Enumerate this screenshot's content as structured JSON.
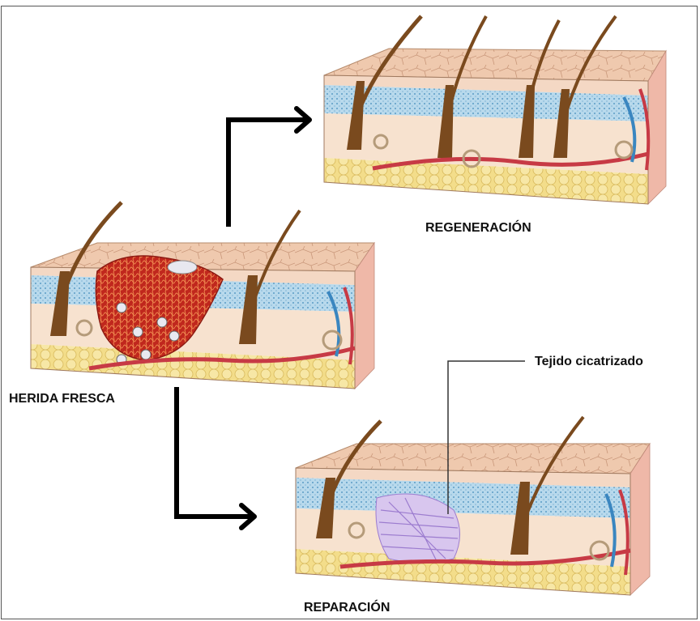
{
  "labels": {
    "fresh_wound": "HERIDA FRESCA",
    "regeneration": "REGENERACIÓN",
    "repair": "REPARACIÓN",
    "scar_tissue": "Tejido cicatrizado"
  },
  "colors": {
    "arrow": "#000000",
    "epidermis_top": "#efc9ae",
    "epidermis_side": "#f4d8c4",
    "papillary_layer": "#a9d0e6",
    "dermis": "#f7e2cf",
    "fat_layer": "#f3dd8a",
    "hair": "#7a4a1e",
    "wound": "#c0271d",
    "scar": "#b79ad9",
    "vessel_red": "#c73a45",
    "vessel_blue": "#3a86c0"
  },
  "icons": [
    "arrow-right-icon",
    "skin-block-icon",
    "hair-follicle-icon",
    "blood-vessel-icon",
    "scar-fibers-icon",
    "wound-clot-icon"
  ]
}
